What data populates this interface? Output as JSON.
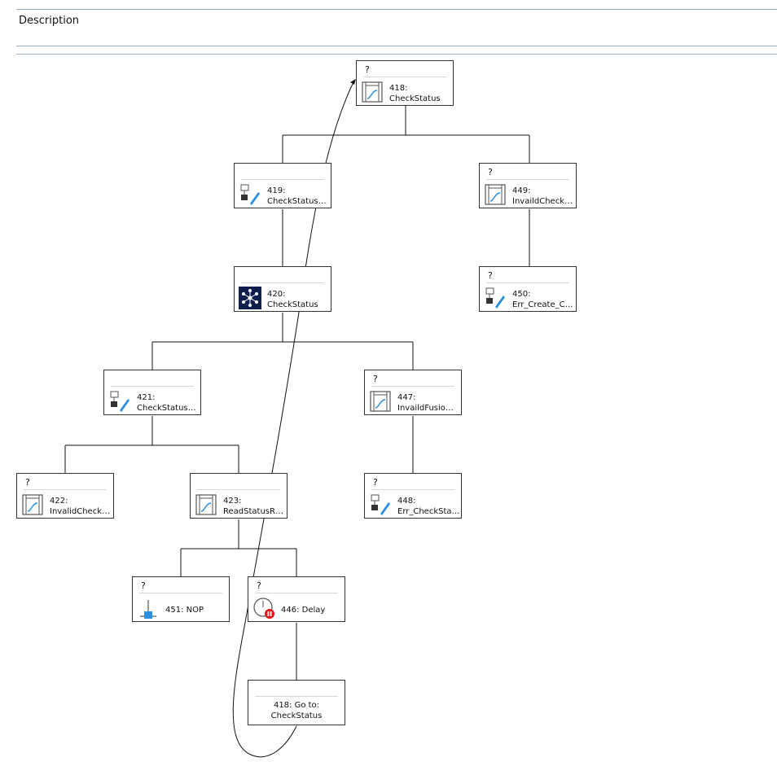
{
  "header": {
    "title": "Description"
  },
  "nodes": [
    {
      "id": "n418",
      "q": "?",
      "label": "418:\nCheckStatus",
      "icon": "loop-icon"
    },
    {
      "id": "n419",
      "q": "",
      "label": "419:\nCheckStatus…",
      "icon": "assign-icon"
    },
    {
      "id": "n449",
      "q": "?",
      "label": "449:\nInvaildCheck…",
      "icon": "loop-icon"
    },
    {
      "id": "n420",
      "q": "",
      "label": "420:\nCheckStatus",
      "icon": "hub-icon"
    },
    {
      "id": "n450",
      "q": "?",
      "label": "450:\nErr_Create_C…",
      "icon": "assign-icon"
    },
    {
      "id": "n421",
      "q": "",
      "label": "421:\nCheckStatus…",
      "icon": "assign-icon"
    },
    {
      "id": "n447",
      "q": "?",
      "label": "447:\nInvaildFusio…",
      "icon": "loop-icon"
    },
    {
      "id": "n422",
      "q": "?",
      "label": "422:\nInvalidCheck…",
      "icon": "loop-icon"
    },
    {
      "id": "n423",
      "q": "",
      "label": "423:\nReadStatusR…",
      "icon": "loop-icon"
    },
    {
      "id": "n448",
      "q": "?",
      "label": "448:\nErr_CheckSta…",
      "icon": "assign-icon"
    },
    {
      "id": "n451",
      "q": "?",
      "label": "451: NOP",
      "icon": "nop-icon"
    },
    {
      "id": "n446",
      "q": "?",
      "label": "446: Delay",
      "icon": "delay-icon"
    },
    {
      "id": "goto418",
      "q": "",
      "label": "418: Go to:\nCheckStatus",
      "icon": ""
    }
  ],
  "colors": {
    "line": "#111111",
    "rule": "#9db0c0",
    "icon_blue": "#2b8fe0",
    "hub_bg": "#0e1f4d",
    "stop_red": "#e81414"
  }
}
